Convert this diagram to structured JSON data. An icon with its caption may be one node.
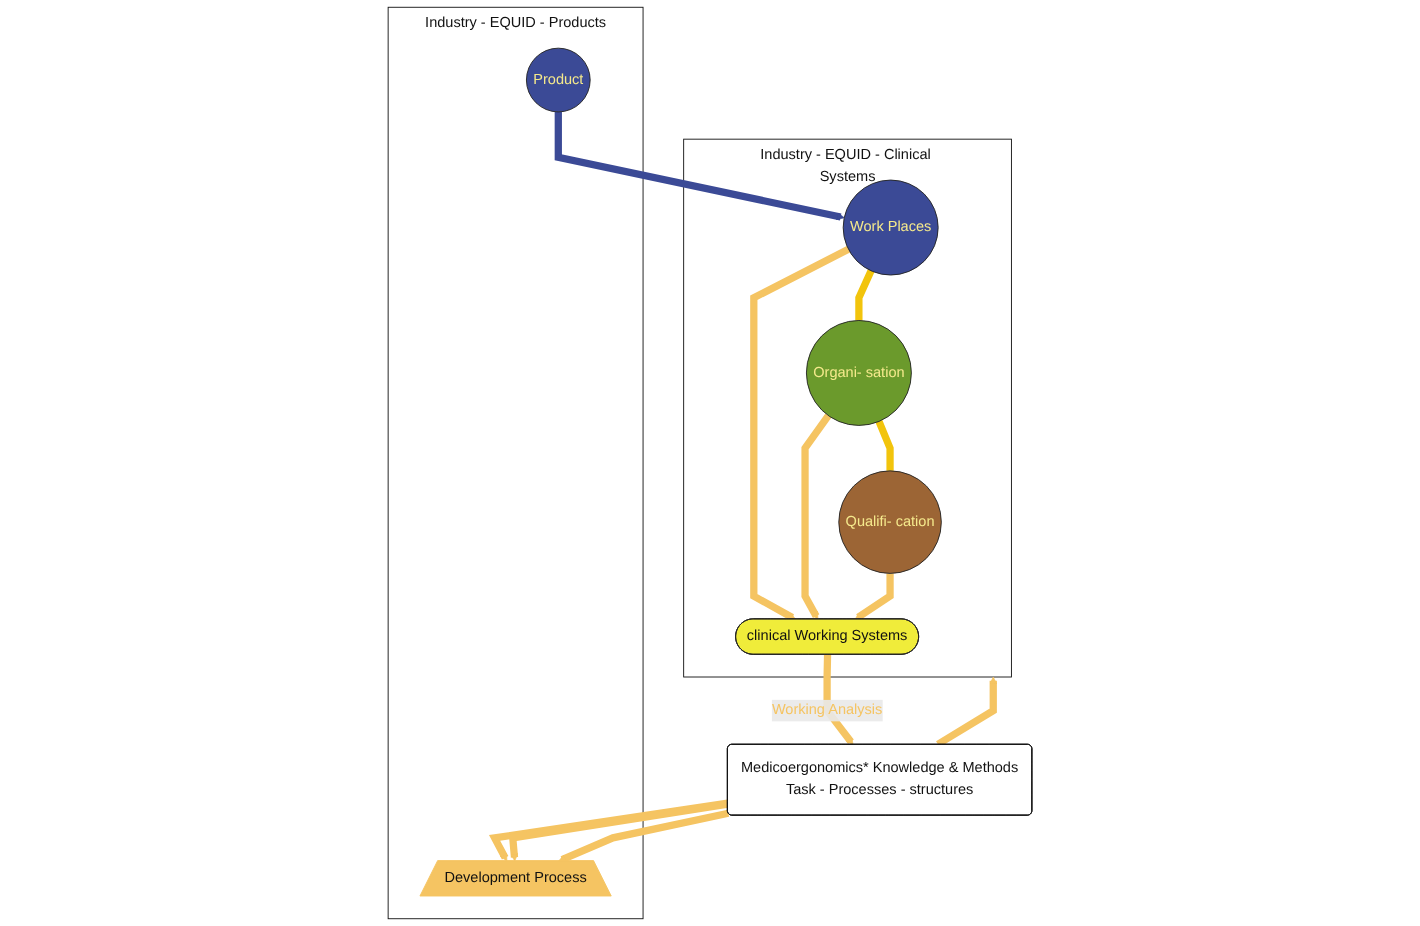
{
  "diagram": {
    "nodes": [
      {
        "text": [
          "Industry - EQUID - Products"
        ]
      },
      {
        "text": [
          "Development Process"
        ],
        "in": 0
      },
      {
        "text": [
          "Product"
        ],
        "in": 0
      },
      {
        "text": [
          "Industry - EQUID - Clinical Systems"
        ]
      },
      {
        "text": [
          "Work Places"
        ],
        "in": 3
      },
      {
        "text": [
          "Organi- sation"
        ],
        "in": 3
      },
      {
        "text": [
          "Qualifi- cation"
        ],
        "in": 3
      },
      {
        "text": [
          "clinical Working Systems"
        ],
        "in": 3
      },
      {
        "text": [
          "Medicoergonomics* Knowledge & Methods",
          "Task - Processes - structures"
        ]
      }
    ],
    "edges": [
      {
        "from": 2,
        "to": 4,
        "arrow": "to",
        "color": "#3b4a96"
      },
      {
        "from": 4,
        "to": 5,
        "arrow": "none",
        "color": "#f2c40c"
      },
      {
        "from": 5,
        "to": 6,
        "arrow": "none",
        "color": "#f2c40c"
      },
      {
        "from": 4,
        "to": 7,
        "arrow": "to"
      },
      {
        "from": 5,
        "to": 7,
        "arrow": "to"
      },
      {
        "from": 6,
        "to": 7,
        "arrow": "to"
      },
      {
        "from": 8,
        "to": 1,
        "arrow": "to"
      },
      {
        "from": 8,
        "to": 1,
        "arrow": "to"
      },
      {
        "from": 8,
        "to": 1,
        "arrow": "to"
      },
      {
        "from": 7,
        "to": 8,
        "arrow": "to",
        "label": "Working Analysis"
      },
      {
        "from": 8,
        "to": 3,
        "arrow": "to"
      }
    ]
  }
}
